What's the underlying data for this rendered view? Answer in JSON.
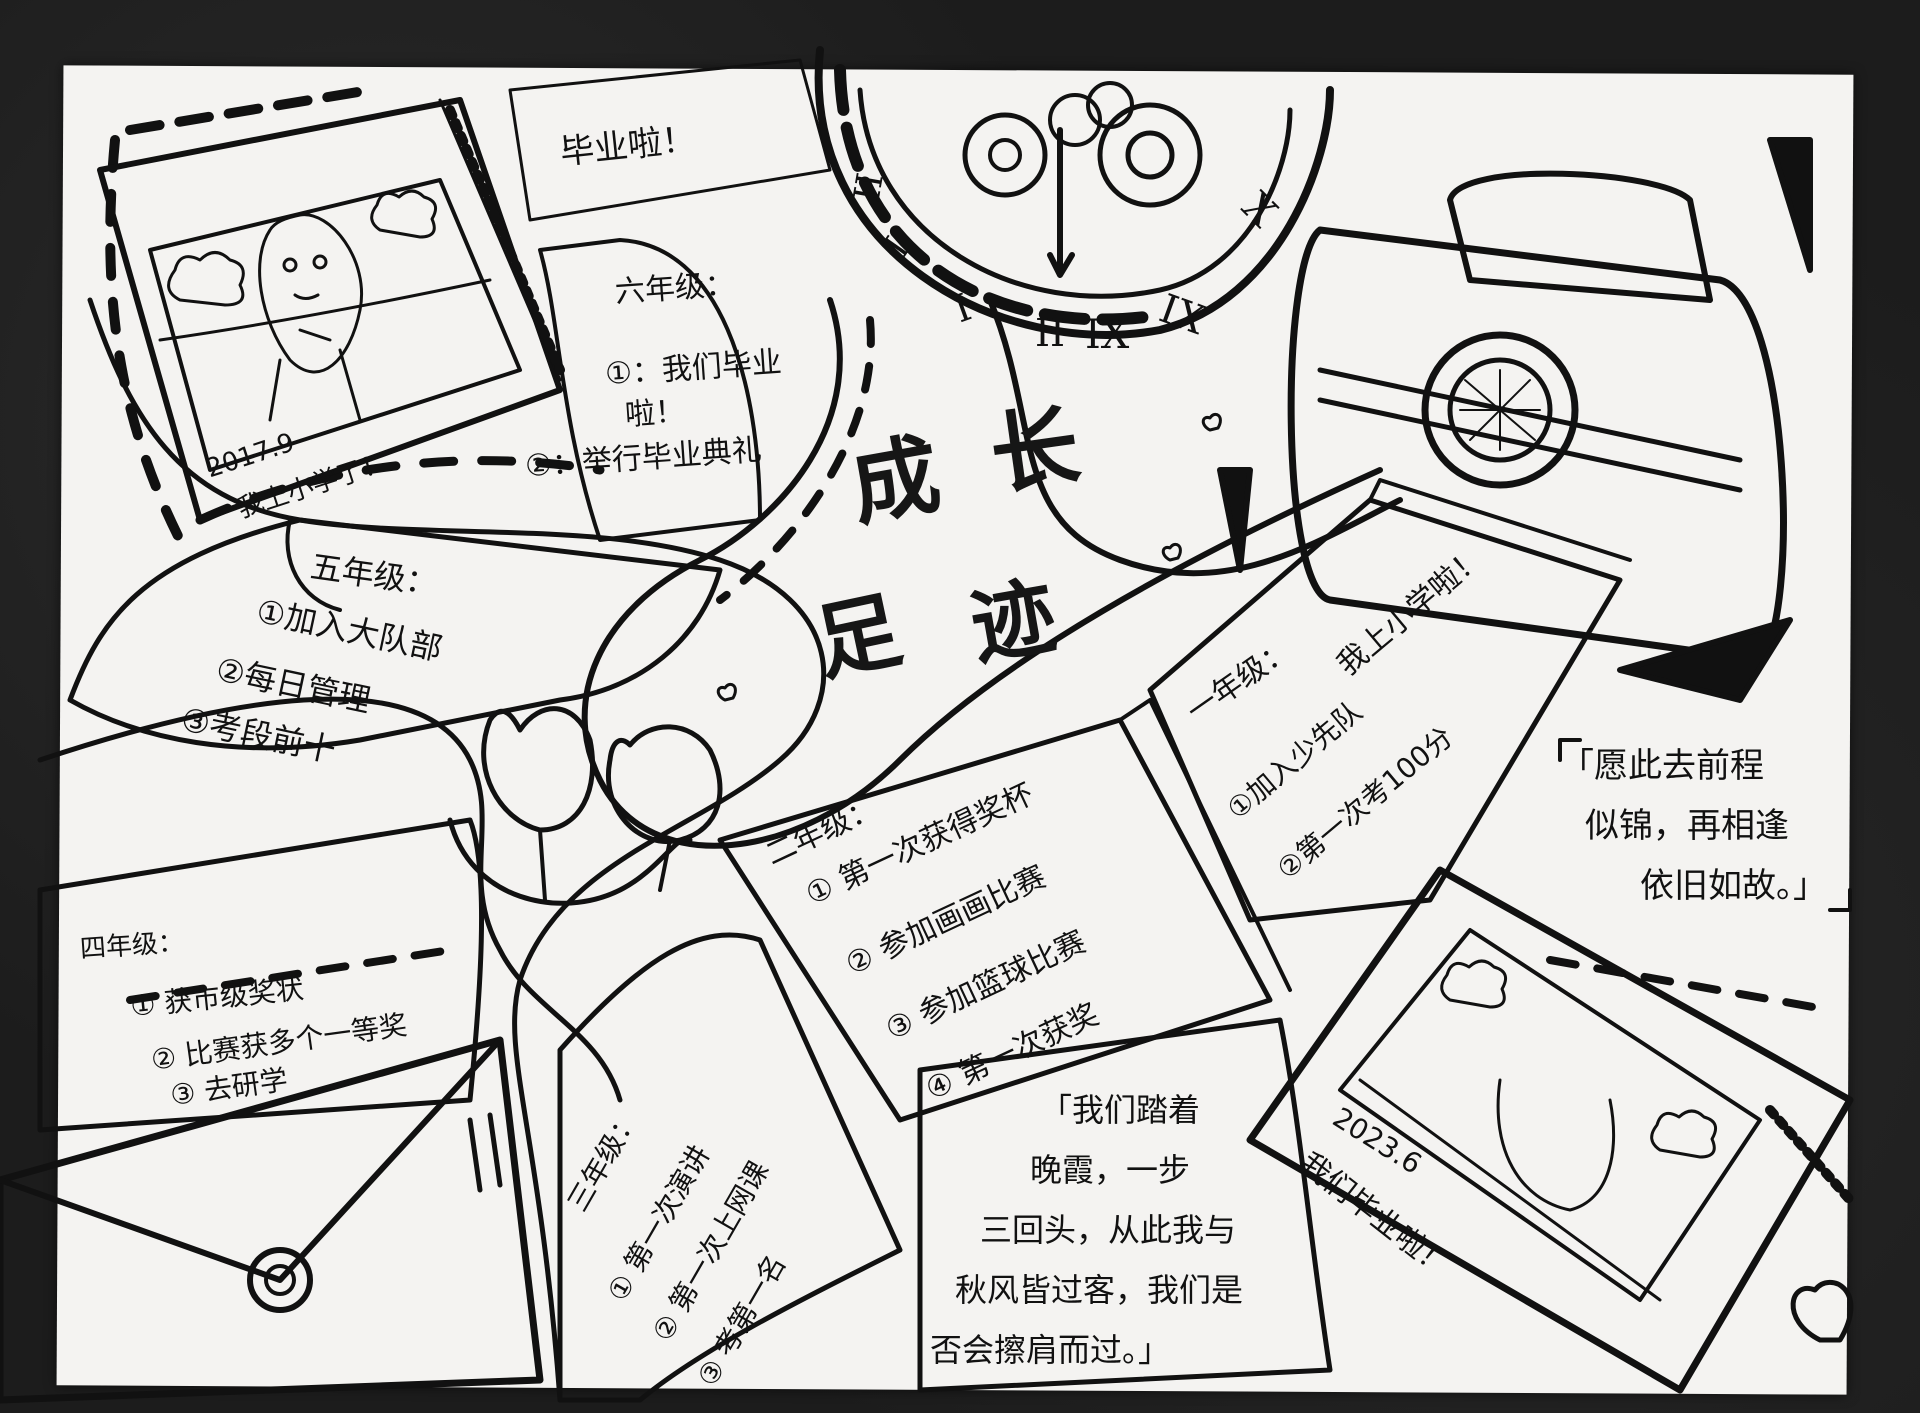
{
  "header_banner": "毕业啦！",
  "title": {
    "line1": [
      "成",
      "长"
    ],
    "line2": [
      "足",
      "迹"
    ]
  },
  "photo_top": {
    "date": "2017.9",
    "caption": "我上小学了！"
  },
  "photo_bottom": {
    "date": "2023.6",
    "caption": "我们毕业啦！"
  },
  "clock_numerals": [
    "II",
    "I",
    "I",
    "II",
    "IX",
    "IX",
    "X"
  ],
  "grades": {
    "grade6": {
      "heading": "六年级：",
      "items": [
        "①：我们毕业",
        "啦！",
        "②：举行毕业典礼"
      ]
    },
    "grade5": {
      "heading": "五年级：",
      "items": [
        "①加入大队部",
        "②每日管理",
        "③考段前十"
      ]
    },
    "grade4": {
      "heading": "四年级：",
      "items": [
        "① 获市级奖状",
        "② 比赛获多个一等奖",
        "③ 去研学"
      ]
    },
    "grade3": {
      "heading": "三年级：",
      "items": [
        "① 第一次演讲",
        "② 第一次上网课",
        "③ 考第一名"
      ]
    },
    "grade2": {
      "heading": "二年级：",
      "items": [
        "① 第一次获得奖杯",
        "② 参加画画比赛",
        "③ 参加篮球比赛",
        "④ 第一次获奖"
      ]
    },
    "grade1": {
      "heading": "一年级：",
      "items": [
        "我上小学啦！",
        "①加入少先队",
        "②第一次考100分"
      ]
    }
  },
  "quote_right": [
    "「愿此去前程",
    "似锦，再相逢",
    "依旧如故。」"
  ],
  "quote_bottom": [
    "「我们踏着",
    "晚霞，一步",
    "三回头，从此我与",
    "秋风皆过客，我们是",
    "否会擦肩而过。」"
  ]
}
